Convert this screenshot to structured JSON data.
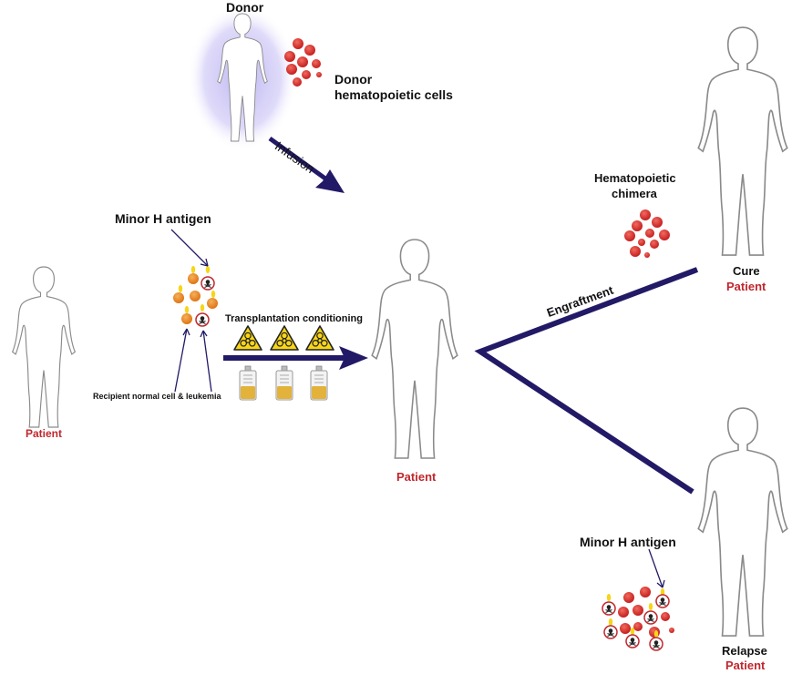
{
  "donor": {
    "label": "Donor",
    "cells_label_line1": "Donor",
    "cells_label_line2": "hematopoietic cells",
    "infusion_label": "Infusion"
  },
  "recipient_before": {
    "patient_label": "Patient",
    "minor_h_label": "Minor H antigen",
    "cells_label": "Recipient normal cell & leukemia",
    "conditioning_label": "Transplantation conditioning"
  },
  "recipient_center": {
    "patient_label": "Patient"
  },
  "outcomes": {
    "chimera_line1": "Hematopoietic",
    "chimera_line2": "chimera",
    "engraftment_label": "Engraftment",
    "cure_label": "Cure",
    "cure_patient_label": "Patient",
    "relapse_label": "Relapse",
    "relapse_patient_label": "Patient",
    "relapse_minor_h_label": "Minor H antigen"
  },
  "colors": {
    "arrow": "#221a66",
    "patient_text": "#c0272d",
    "donor_cell": "#d42a2a",
    "recipient_cell": "#e8871e",
    "donor_skin": "#f5c08a",
    "donor_glow": "#9b8fe0",
    "hazard_yellow": "#f7d518",
    "iv_fluid": "#e2b23a"
  },
  "icons": [
    "human-figure-icon",
    "biohazard-icon",
    "iv-bag-icon",
    "skull-crossbones-icon",
    "red-cell-icon"
  ]
}
